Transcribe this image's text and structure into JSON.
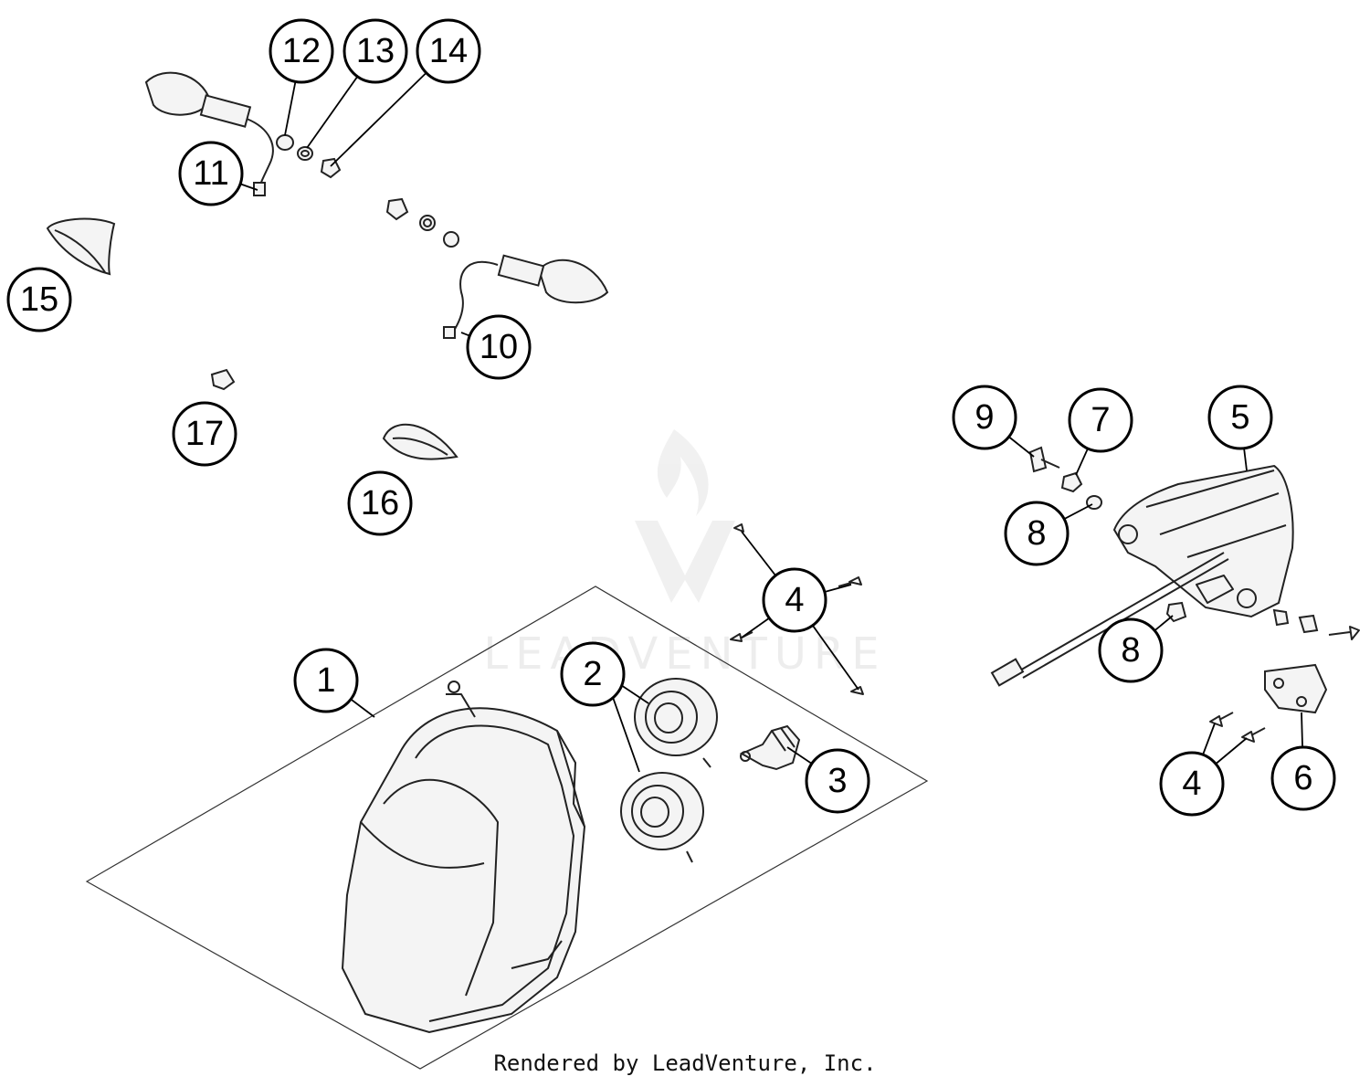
{
  "watermark": {
    "brand_text": "LEADVENTURE"
  },
  "callouts": [
    {
      "id": "c1",
      "label": "1"
    },
    {
      "id": "c2",
      "label": "2"
    },
    {
      "id": "c3",
      "label": "3"
    },
    {
      "id": "c4a",
      "label": "4"
    },
    {
      "id": "c4b",
      "label": "4"
    },
    {
      "id": "c5",
      "label": "5"
    },
    {
      "id": "c6",
      "label": "6"
    },
    {
      "id": "c7",
      "label": "7"
    },
    {
      "id": "c8a",
      "label": "8"
    },
    {
      "id": "c8b",
      "label": "8"
    },
    {
      "id": "c9",
      "label": "9"
    },
    {
      "id": "c10",
      "label": "10"
    },
    {
      "id": "c11",
      "label": "11"
    },
    {
      "id": "c12",
      "label": "12"
    },
    {
      "id": "c13",
      "label": "13"
    },
    {
      "id": "c14",
      "label": "14"
    },
    {
      "id": "c15",
      "label": "15"
    },
    {
      "id": "c16",
      "label": "16"
    },
    {
      "id": "c17",
      "label": "17"
    }
  ],
  "footer": {
    "credit": "Rendered by LeadVenture, Inc."
  }
}
